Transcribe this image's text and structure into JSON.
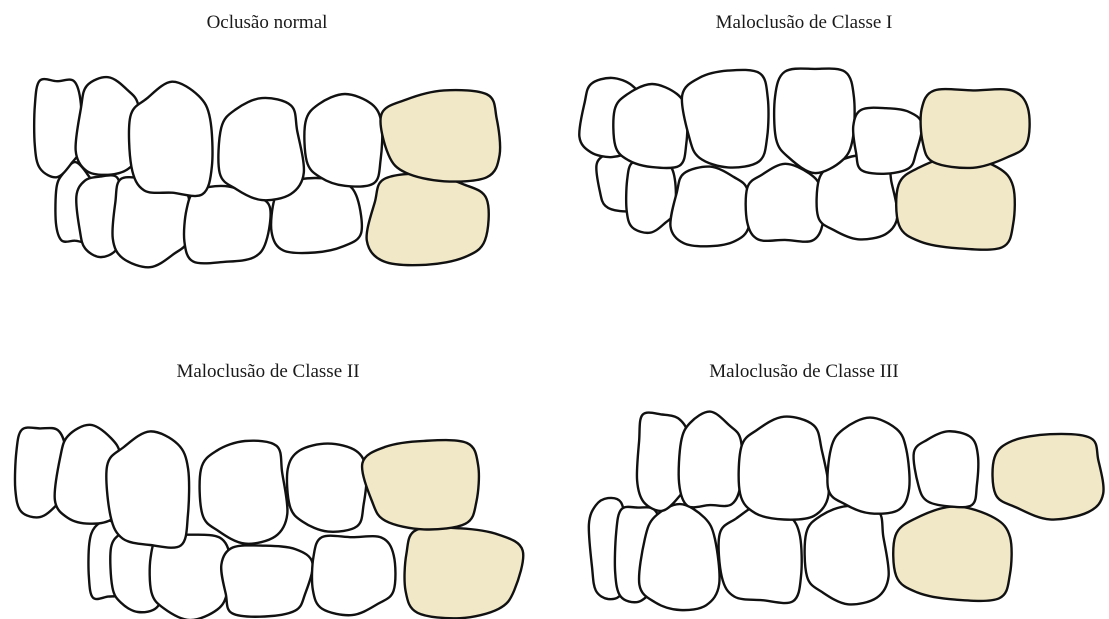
{
  "figure": {
    "panels": [
      {
        "title": "Oclusão normal"
      },
      {
        "title": "Maloclusão de Classe I"
      },
      {
        "title": "Maloclusão de Classe II"
      },
      {
        "title": "Maloclusão de Classe III"
      }
    ],
    "colors": {
      "molar_fill": "#f1e8c8",
      "tooth_fill": "#ffffff",
      "outline": "#111111"
    }
  }
}
